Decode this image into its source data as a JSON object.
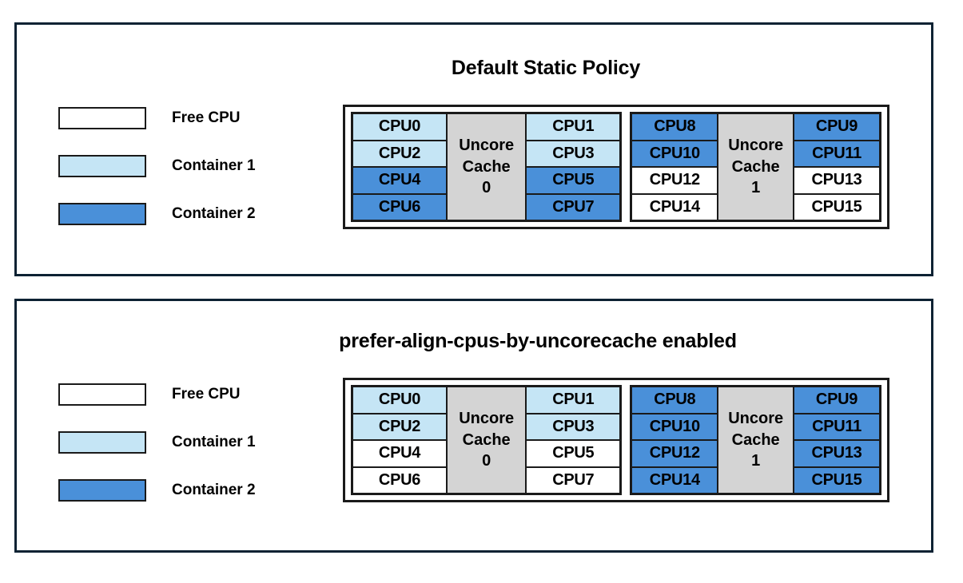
{
  "colors": {
    "free": "#ffffff",
    "container1": "#c5e5f5",
    "container2": "#4a90d9",
    "cache": "#d4d4d4",
    "panel_border": "#0d2233",
    "cell_border": "#1a1a1a"
  },
  "legend": {
    "items": [
      {
        "label": "Free CPU",
        "key": "free",
        "color": "#ffffff"
      },
      {
        "label": "Container 1",
        "key": "container1",
        "color": "#c5e5f5"
      },
      {
        "label": "Container 2",
        "key": "container2",
        "color": "#4a90d9"
      }
    ]
  },
  "panels": [
    {
      "id": "default-static-policy",
      "title": "Default Static Policy",
      "groups": [
        {
          "cache_label_line1": "Uncore",
          "cache_label_line2": "Cache",
          "cache_label_line3": "0",
          "left_column": [
            {
              "label": "CPU0",
              "state": "container1"
            },
            {
              "label": "CPU2",
              "state": "container1"
            },
            {
              "label": "CPU4",
              "state": "container2"
            },
            {
              "label": "CPU6",
              "state": "container2"
            }
          ],
          "right_column": [
            {
              "label": "CPU1",
              "state": "container1"
            },
            {
              "label": "CPU3",
              "state": "container1"
            },
            {
              "label": "CPU5",
              "state": "container2"
            },
            {
              "label": "CPU7",
              "state": "container2"
            }
          ]
        },
        {
          "cache_label_line1": "Uncore",
          "cache_label_line2": "Cache",
          "cache_label_line3": "1",
          "left_column": [
            {
              "label": "CPU8",
              "state": "container2"
            },
            {
              "label": "CPU10",
              "state": "container2"
            },
            {
              "label": "CPU12",
              "state": "free"
            },
            {
              "label": "CPU14",
              "state": "free"
            }
          ],
          "right_column": [
            {
              "label": "CPU9",
              "state": "container2"
            },
            {
              "label": "CPU11",
              "state": "container2"
            },
            {
              "label": "CPU13",
              "state": "free"
            },
            {
              "label": "CPU15",
              "state": "free"
            }
          ]
        }
      ]
    },
    {
      "id": "prefer-align-cpus-by-uncorecache-enabled",
      "title": "prefer-align-cpus-by-uncorecache enabled",
      "groups": [
        {
          "cache_label_line1": "Uncore",
          "cache_label_line2": "Cache",
          "cache_label_line3": "0",
          "left_column": [
            {
              "label": "CPU0",
              "state": "container1"
            },
            {
              "label": "CPU2",
              "state": "container1"
            },
            {
              "label": "CPU4",
              "state": "free"
            },
            {
              "label": "CPU6",
              "state": "free"
            }
          ],
          "right_column": [
            {
              "label": "CPU1",
              "state": "container1"
            },
            {
              "label": "CPU3",
              "state": "container1"
            },
            {
              "label": "CPU5",
              "state": "free"
            },
            {
              "label": "CPU7",
              "state": "free"
            }
          ]
        },
        {
          "cache_label_line1": "Uncore",
          "cache_label_line2": "Cache",
          "cache_label_line3": "1",
          "left_column": [
            {
              "label": "CPU8",
              "state": "container2"
            },
            {
              "label": "CPU10",
              "state": "container2"
            },
            {
              "label": "CPU12",
              "state": "container2"
            },
            {
              "label": "CPU14",
              "state": "container2"
            }
          ],
          "right_column": [
            {
              "label": "CPU9",
              "state": "container2"
            },
            {
              "label": "CPU11",
              "state": "container2"
            },
            {
              "label": "CPU13",
              "state": "container2"
            },
            {
              "label": "CPU15",
              "state": "container2"
            }
          ]
        }
      ]
    }
  ]
}
